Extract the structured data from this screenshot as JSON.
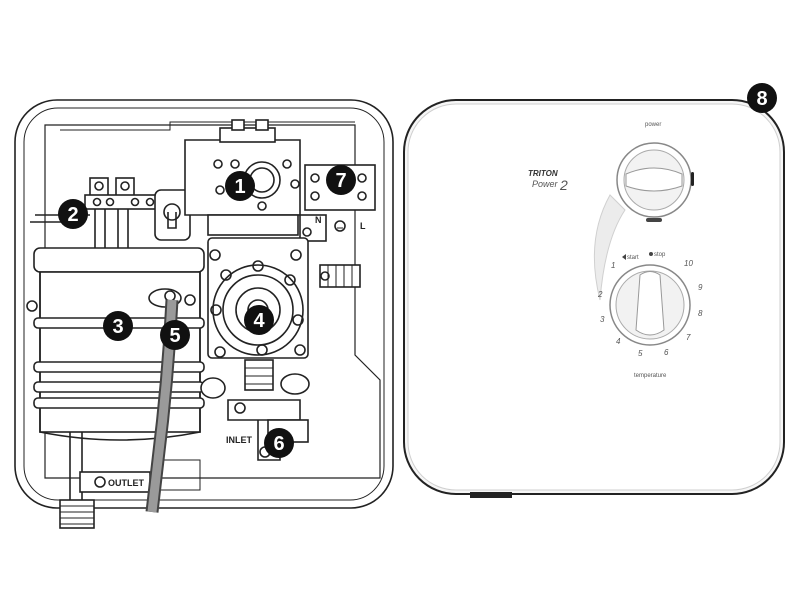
{
  "callouts": [
    "1",
    "2",
    "3",
    "4",
    "5",
    "6",
    "7",
    "8"
  ],
  "labels": {
    "inlet": "INLET",
    "outlet": "OUTLET",
    "neutral": "N",
    "live": "L"
  },
  "cover": {
    "brand": "TRITON",
    "model": "Power",
    "model_number": "2",
    "power_label": "power",
    "start_label": "start",
    "stop_label": "stop",
    "temperature_label": "temperature",
    "dial_numbers": [
      "1",
      "2",
      "3",
      "4",
      "5",
      "6",
      "7",
      "8",
      "9",
      "10"
    ]
  }
}
